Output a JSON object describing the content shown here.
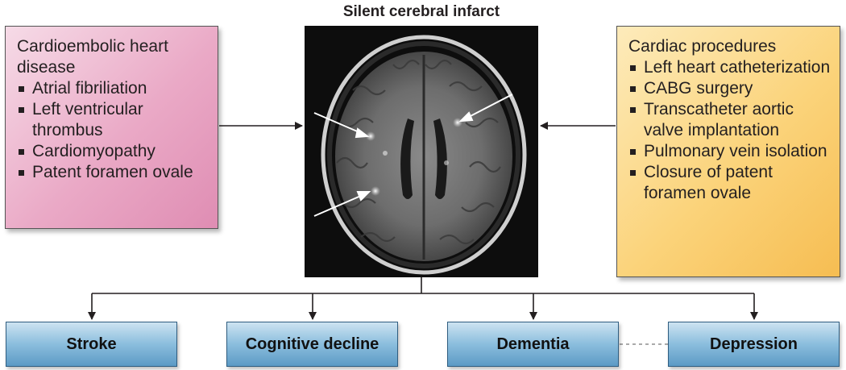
{
  "left_box": {
    "title": "Cardioembolic heart disease",
    "items": [
      "Atrial fibriliation",
      "Left ventricular thrombus",
      "Cardiomyopathy",
      "Patent foramen ovale"
    ]
  },
  "center": {
    "title": "Silent cerebral infarct",
    "image": "axial brain MRI"
  },
  "right_box": {
    "title": "Cardiac procedures",
    "items": [
      "Left heart catheterization",
      "CABG surgery",
      "Transcatheter aortic valve implantation",
      "Pulmonary vein isolation",
      "Closure of patent foramen ovale"
    ]
  },
  "outcomes": [
    "Stroke",
    "Cognitive decline",
    "Dementia",
    "Depression"
  ],
  "colors": {
    "left_box": "#eaa9c6",
    "right_box": "#fbd37a",
    "outcome_box": "#8dbfde"
  }
}
